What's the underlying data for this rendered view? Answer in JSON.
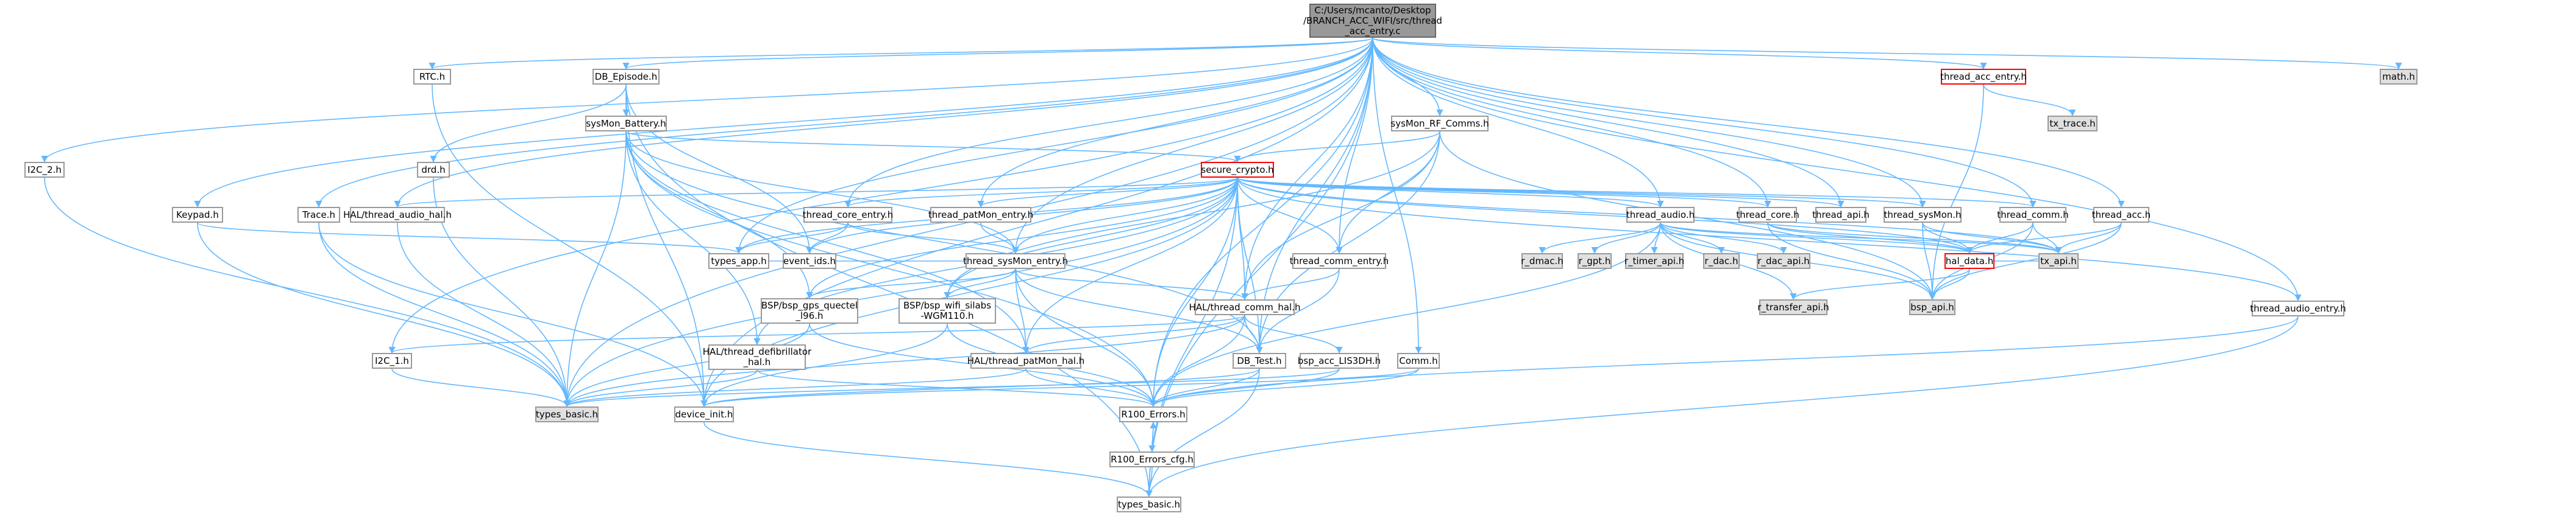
{
  "graph": {
    "title": "C:/Users/mcanto/Desktop/BRANCH_ACC_WIFI/src/thread_acc_entry.c",
    "edge_color": "#63b8ff",
    "node_border": "#999999",
    "highlight_border": "#ff0000",
    "system_fill": "#e0e0e0",
    "nodes": {
      "root": [
        "C:/Users/mcanto/Desktop",
        "/BRANCH_ACC_WIFI/src/thread",
        "_acc_entry.c"
      ],
      "rtc": [
        "RTC.h"
      ],
      "db_episode": [
        "DB_Episode.h"
      ],
      "sysmon_rf_comms": [
        "sysMon_RF_Comms.h"
      ],
      "thread_acc_entry_h": [
        "thread_acc_entry.h"
      ],
      "tx_trace": [
        "tx_trace.h"
      ],
      "math": [
        "math.h"
      ],
      "i2c_2": [
        "I2C_2.h"
      ],
      "keypad": [
        "Keypad.h"
      ],
      "trace": [
        "Trace.h"
      ],
      "hal_audio": [
        "HAL/thread_audio_hal.h"
      ],
      "drd": [
        "drd.h"
      ],
      "sysmon_battery": [
        "sysMon_Battery.h"
      ],
      "secure_crypto": [
        "secure_crypto.h"
      ],
      "thread_core_entry": [
        "thread_core_entry.h"
      ],
      "thread_patmon_entry": [
        "thread_patMon_entry.h"
      ],
      "types_app": [
        "types_app.h"
      ],
      "event_ids": [
        "event_ids.h"
      ],
      "thread_sysmon_entry": [
        "thread_sysMon_entry.h"
      ],
      "thread_comm_entry": [
        "thread_comm_entry.h"
      ],
      "thread_audio": [
        "thread_audio.h"
      ],
      "thread_core": [
        "thread_core.h"
      ],
      "thread_api": [
        "thread_api.h"
      ],
      "thread_sysmon": [
        "thread_sysMon.h"
      ],
      "thread_comm": [
        "thread_comm.h"
      ],
      "thread_acc": [
        "thread_acc.h"
      ],
      "hal_data": [
        "hal_data.h"
      ],
      "tx_api": [
        "tx_api.h"
      ],
      "bsp_api": [
        "bsp_api.h"
      ],
      "r_transfer_api": [
        "r_transfer_api.h"
      ],
      "r_dmac": [
        "r_dmac.h"
      ],
      "r_gpt": [
        "r_gpt.h"
      ],
      "r_timer_api": [
        "r_timer_api.h"
      ],
      "r_dac": [
        "r_dac.h"
      ],
      "r_dac_api": [
        "r_dac_api.h"
      ],
      "bsp_gps": [
        "BSP/bsp_gps_quectel",
        "_l96.h"
      ],
      "bsp_wifi": [
        "BSP/bsp_wifi_silabs",
        "-WGM110.h"
      ],
      "hal_comm": [
        "HAL/thread_comm_hal.h"
      ],
      "hal_defib": [
        "HAL/thread_defibrillator",
        "_hal.h"
      ],
      "hal_patmon": [
        "HAL/thread_patMon_hal.h"
      ],
      "db_test": [
        "DB_Test.h"
      ],
      "bsp_acc": [
        "bsp_acc_LIS3DH.h"
      ],
      "comm": [
        "Comm.h"
      ],
      "thread_audio_entry": [
        "thread_audio_entry.h"
      ],
      "i2c_1": [
        "I2C_1.h"
      ],
      "types_basic_sys": [
        "types_basic.h"
      ],
      "device_init": [
        "device_init.h"
      ],
      "r100_errors": [
        "R100_Errors.h"
      ],
      "r100_errors_cfg": [
        "R100_Errors_cfg.h"
      ],
      "types_basic": [
        "types_basic.h"
      ]
    }
  }
}
